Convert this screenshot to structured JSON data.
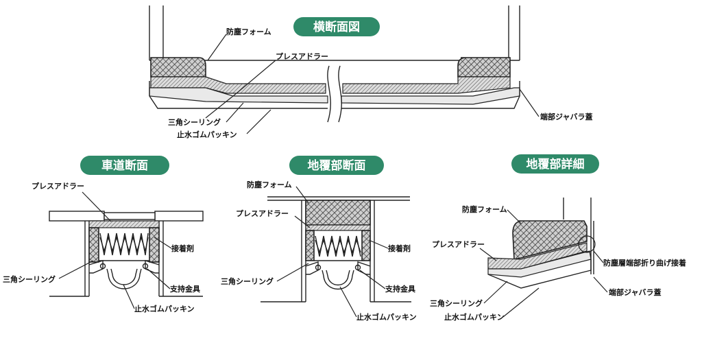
{
  "titles": {
    "cross_section": "横断面図",
    "road_section": "車道断面",
    "ground_cover_section": "地覆部断面",
    "ground_cover_detail": "地覆部詳細"
  },
  "labels": {
    "dust_foam": "防塵フォーム",
    "press_adorer": "プレスアドラー",
    "triangle_sealing": "三角シーリング",
    "waterstop_gasket": "止水ゴムパッキン",
    "end_bellows_cover": "端部ジャバラ蓋",
    "adhesive": "接着剤",
    "support_bracket": "支持金具",
    "dust_layer_fold_bond": "防塵層端部折り曲げ接着"
  },
  "colors": {
    "title_pill": "#2f8a69",
    "title_text": "#ffffff",
    "line": "#222222"
  }
}
